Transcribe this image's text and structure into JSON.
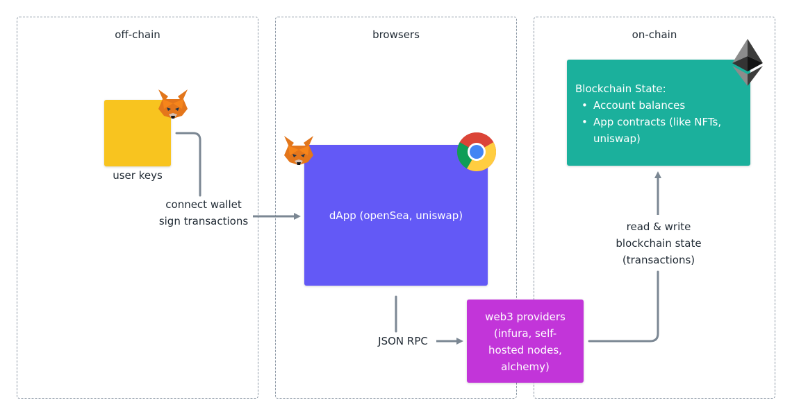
{
  "zones": {
    "off_chain": "off-chain",
    "browsers": "browsers",
    "on_chain": "on-chain"
  },
  "nodes": {
    "user_keys": "user keys",
    "dapp": "dApp (openSea, uniswap)",
    "providers": [
      "web3 providers",
      "(infura, self-",
      "hosted nodes,",
      "alchemy)"
    ],
    "state": {
      "title": "Blockchain State:",
      "items": [
        "Account balances",
        "App contracts (like NFTs,",
        "uniswap)"
      ]
    }
  },
  "edges": {
    "connect": [
      "connect wallet",
      "sign transactions"
    ],
    "json_rpc": "JSON RPC",
    "read_write": [
      "read & write",
      "blockchain state",
      "(transactions)"
    ]
  },
  "colors": {
    "user_keys": "#f8c41f",
    "dapp": "#6359f6",
    "state": "#1bb09c",
    "providers": "#c235d9",
    "connector": "#7b8793"
  },
  "icons": {
    "wallet": "metamask-fox-icon",
    "browser": "chrome-browser-icon",
    "chain": "ethereum-logo-icon"
  }
}
